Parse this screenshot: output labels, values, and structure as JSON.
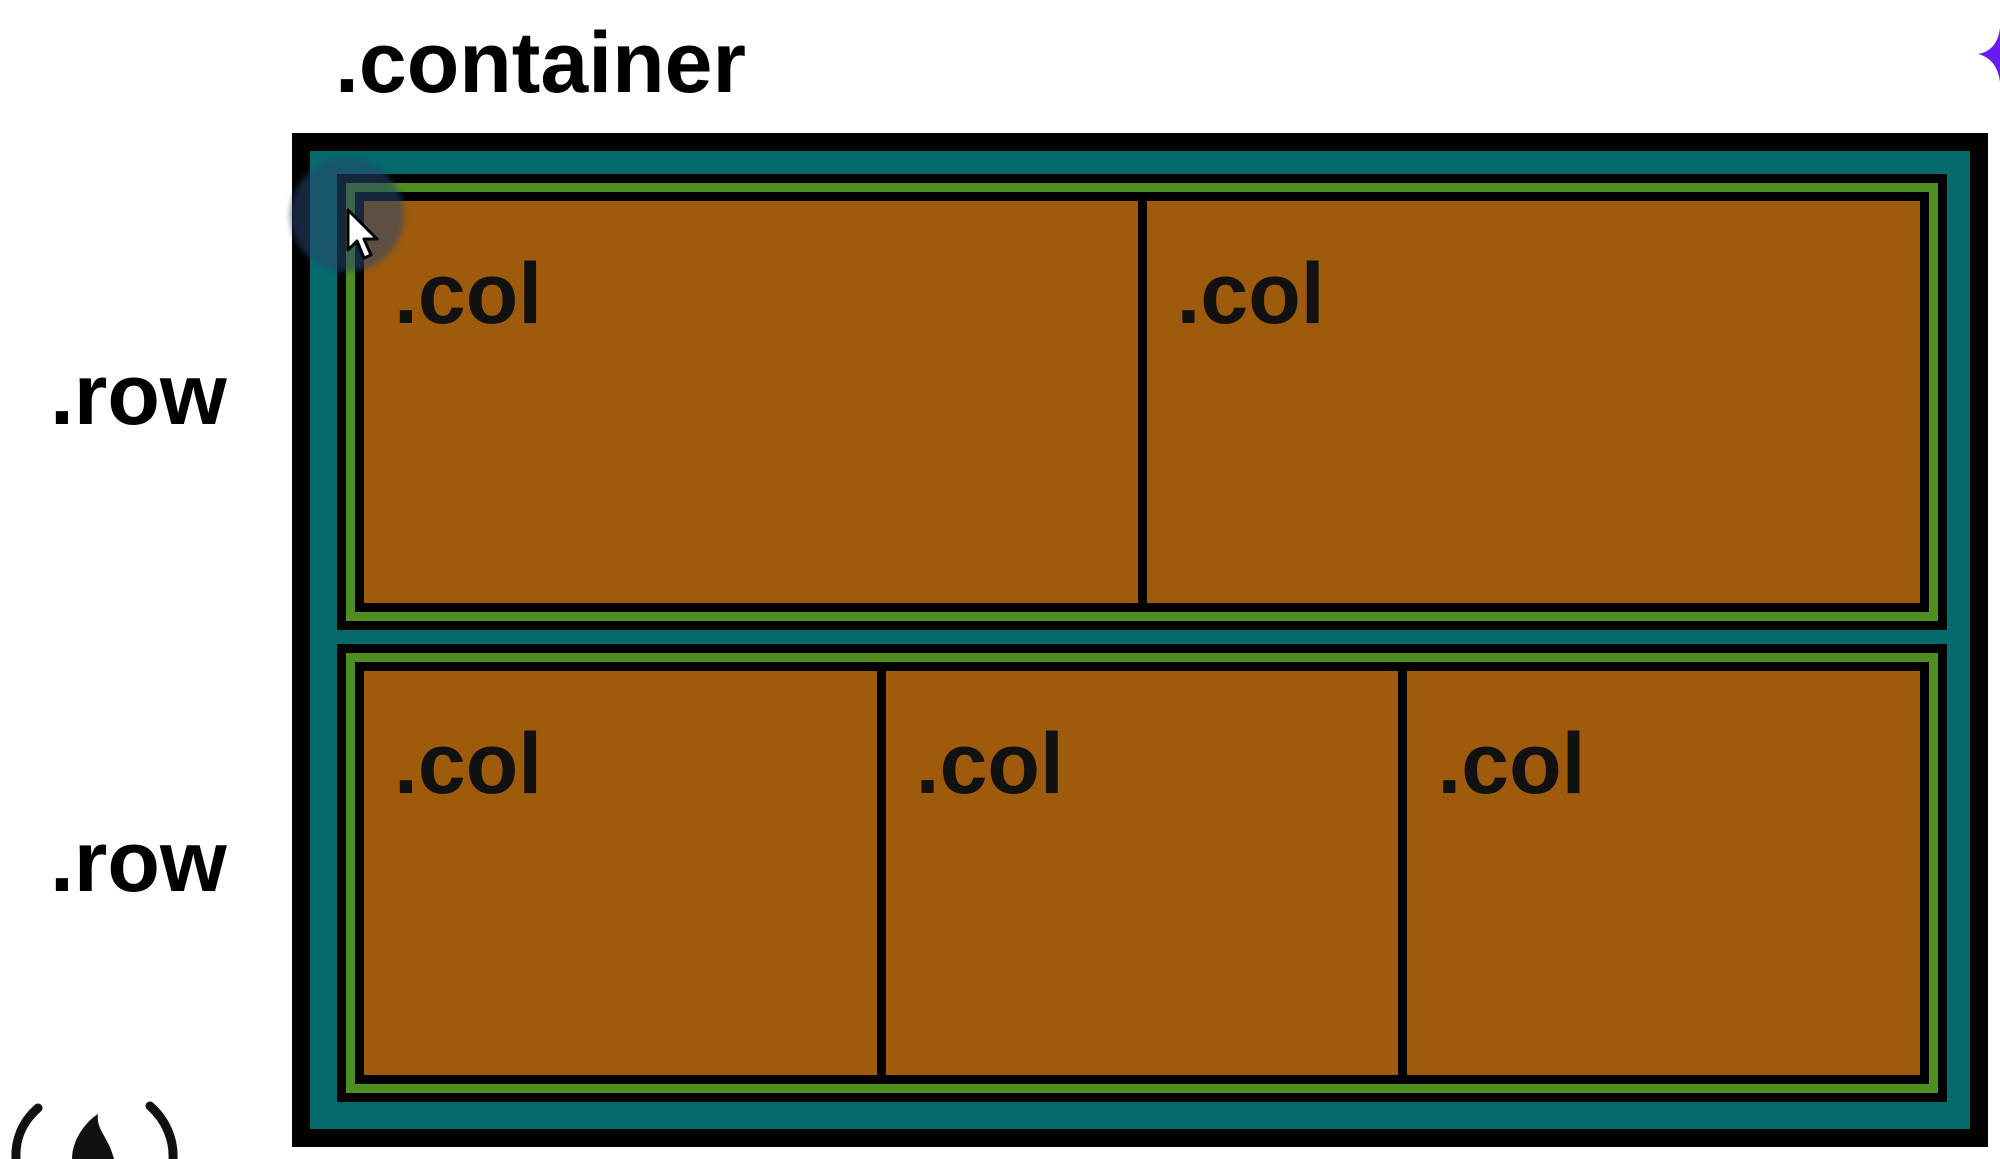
{
  "diagram": {
    "container_label": ".container",
    "rows": [
      {
        "label": ".row",
        "cols": [
          ".col",
          ".col"
        ]
      },
      {
        "label": ".row",
        "cols": [
          ".col",
          ".col",
          ".col"
        ]
      }
    ]
  },
  "colors": {
    "container_fill": "#056a6c",
    "row_fill": "#4f8f22",
    "col_fill": "#9e5b0c",
    "border": "#000000",
    "accent_mark": "#6a1cf0"
  },
  "icons": {
    "cursor": "mouse-pointer-icon",
    "logo": "flame-logo-icon"
  }
}
